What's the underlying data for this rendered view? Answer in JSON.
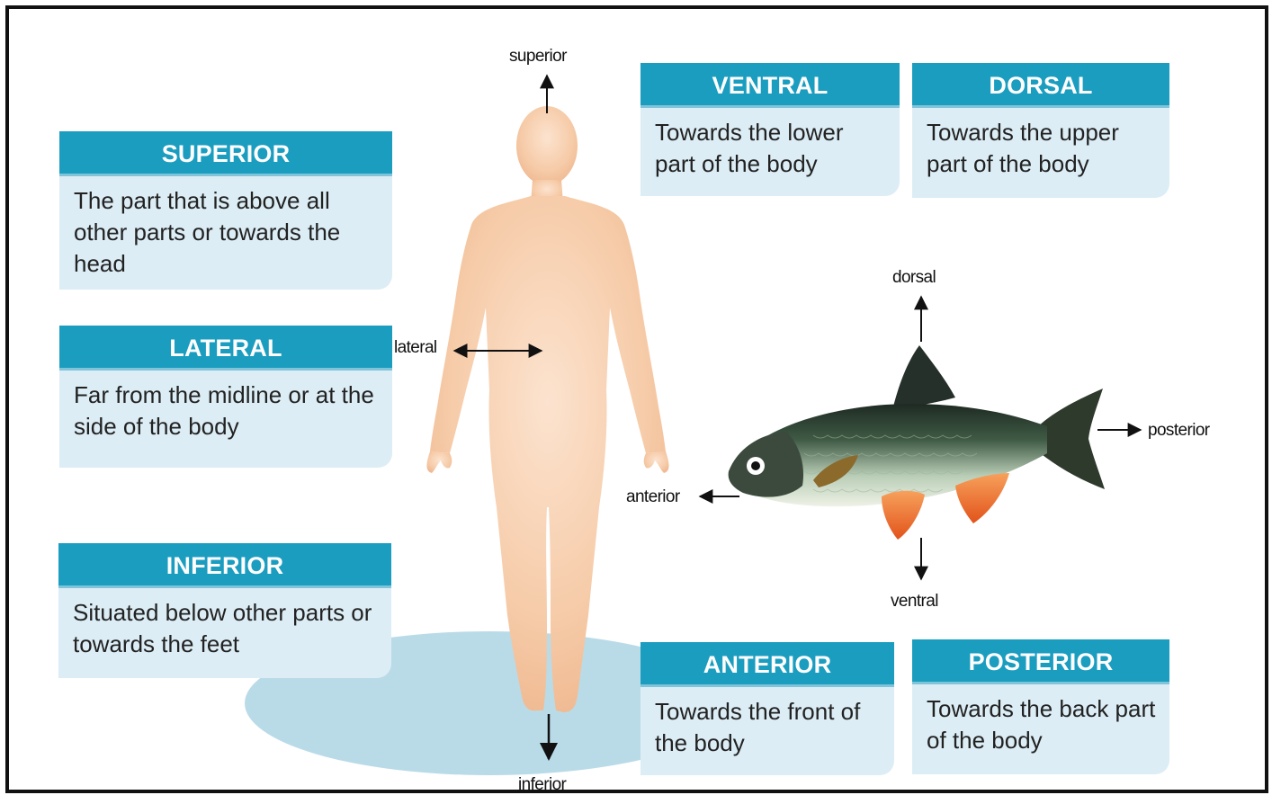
{
  "cards": {
    "superior": {
      "title": "SUPERIOR",
      "text": "The part that is above all other parts or towards the head"
    },
    "lateral": {
      "title": "LATERAL",
      "text": "Far from the midline or at the side of the body"
    },
    "inferior": {
      "title": "INFERIOR",
      "text": "Situated below other parts or towards the feet"
    },
    "ventral": {
      "title": "VENTRAL",
      "text": "Towards the lower part of the body"
    },
    "dorsal": {
      "title": "DORSAL",
      "text": "Towards the upper part of the body"
    },
    "anterior": {
      "title": "ANTERIOR",
      "text": "Towards the front of the body"
    },
    "posterior": {
      "title": "POSTERIOR",
      "text": "Towards the back part of the body"
    }
  },
  "labels": {
    "human_superior": "superior",
    "human_lateral": "lateral",
    "human_inferior": "inferior",
    "fish_dorsal": "dorsal",
    "fish_ventral": "ventral",
    "fish_anterior": "anterior",
    "fish_posterior": "posterior"
  },
  "colors": {
    "header": "#1b9dc0",
    "card_body": "#dcedf5",
    "skin": "#f5c9a6",
    "shadow": "#b9dbe8"
  }
}
